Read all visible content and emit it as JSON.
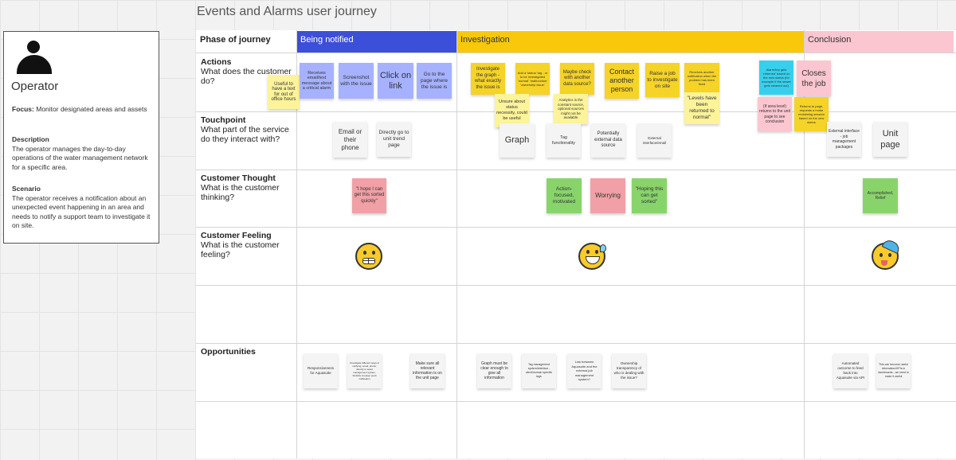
{
  "board_title": "Events and Alarms user journey",
  "persona": {
    "name": "Operator",
    "focus_label": "Focus:",
    "focus_text": "Monitor designated areas and assets",
    "description_label": "Description",
    "description_text": "The operator manages the day-to-day operations of the water management network for a specific area.",
    "scenario_label": "Scenario",
    "scenario_text": "The operator receives a notification about an unexpected event happening in an area and needs to notify a support team to investigate it on site."
  },
  "phase_header": "Phase of journey",
  "phases": [
    {
      "label": "Being notified",
      "color": "#3b4fd8"
    },
    {
      "label": "Investigation",
      "color": "#f9c80b"
    },
    {
      "label": "Conclusion",
      "color": "#fbc6cf"
    }
  ],
  "rows": {
    "actions": {
      "title": "Actions",
      "subtitle": "What does the customer do?"
    },
    "touchpoint": {
      "title": "Touchpoint",
      "subtitle": "What part of the service do they interact with?"
    },
    "thought": {
      "title": "Customer Thought",
      "subtitle": "What is the customer thinking?"
    },
    "feeling": {
      "title": "Customer Feeling",
      "subtitle": "What is the customer feeling?"
    },
    "opportunities": {
      "title": "Opportunities"
    }
  },
  "notes": {
    "a1": "Useful to have a text for out of office hours",
    "a2": "Receives email/text message about a critical alarm",
    "a3": "Screenshot with the issue",
    "a4": "Click on link",
    "a5": "Go to the page where the issue is",
    "a6": "Investigate the graph - what exactly the issue is",
    "a7": "Add a 'status' tag - or to be investigated 'normal' 'malfunction' 'ownership issue'",
    "a8": "Maybe check with another data source?",
    "a9": "Contact another person",
    "a10": "Raise a job to investigate on site",
    "a11": "Receives another notification when the problem has been fixed",
    "a12": "Alarm/trip gets 'returned' based on the new status (for example if the sewer gets cleaned out)",
    "a13": "Closes the job",
    "a14": "Unsure about status necessity, could be useful",
    "a15": "Analytics is the constant source, optional sources might not be available",
    "a16": "\"Levels have been returned to normal\"",
    "a17": "(If area level) returns to the unit page to see conclusion",
    "a18": "Returns to page, requests a mode reclaiming session based on the new status",
    "t1": "Email or their phone",
    "t2": "Directly go to unit trend page",
    "t3": "Graph",
    "t4": "Tag functionality",
    "t5": "Potentially external data source",
    "t6": "External interface/email",
    "t7": "External interface - job management packages",
    "t8": "Unit page",
    "c1": "\"I hope I can get this sorted quickly\"",
    "c2": "Action-focused, motivated",
    "c3": "Worrying",
    "c4": "\"Hoping this can get sorted\"",
    "c5": "Accomplished, Relief",
    "o1": "Responsiveness for Aquasuite",
    "o2": "Investigate different ways of notifying: email, phone, directly to asset management system, SCADA, browser push notification",
    "o3": "Make sure all relevant information is on the unit page",
    "o4": "Graph must be clear enough to give all information",
    "o5": "Tag management system/interface - client/domain specific tags",
    "o6": "Link between Aquasuite and the external job management system?",
    "o7": "Ownership transparency of who is dealing with the issue?",
    "o8": "Automated outcome to feed back into Aquasuite via API",
    "o9": "This can become useful information/KPIs in dashboards - we need to make it useful"
  },
  "colors": {
    "yellow": "#f5d327",
    "light_yellow": "#fcf39a",
    "purple": "#a6b2ff",
    "grey": "#f4f4f4",
    "green": "#88d46b",
    "pink": "#f0a0a6",
    "light_pink": "#fbc6cf",
    "cyan": "#36d0ee"
  },
  "feelings": {
    "being_notified": "grimacing-face-icon",
    "investigation": "grinning-sweat-face-icon",
    "conclusion": "partying-face-icon"
  }
}
